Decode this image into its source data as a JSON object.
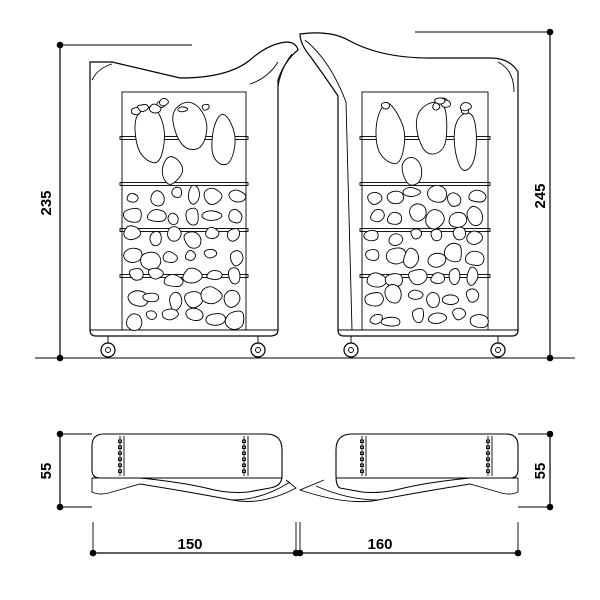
{
  "dimensions": {
    "left_height": "235",
    "right_height": "245",
    "left_depth": "55",
    "right_depth": "55",
    "left_width": "150",
    "right_width": "160"
  },
  "colors": {
    "ink": "#000000",
    "paper": "#ffffff"
  }
}
